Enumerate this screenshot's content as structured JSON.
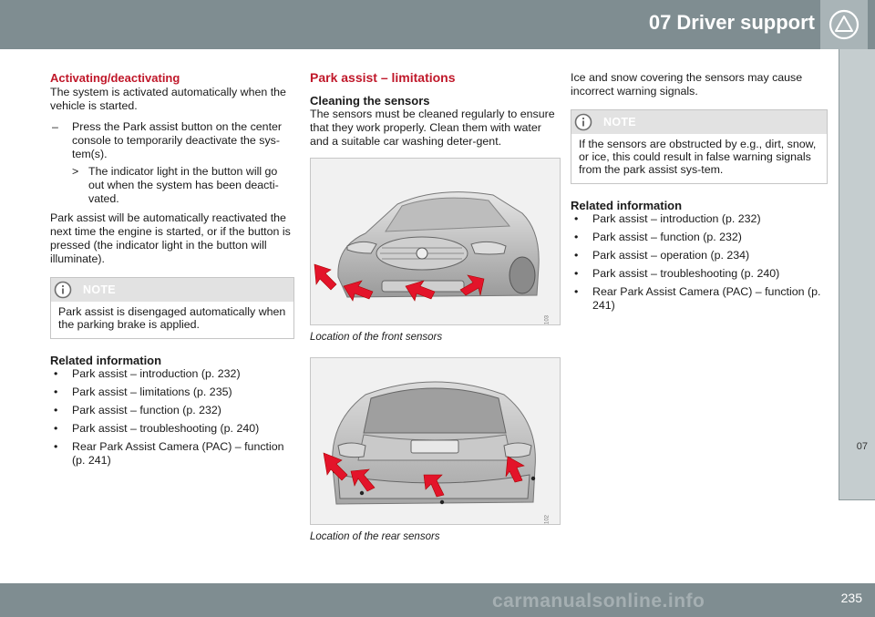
{
  "header": {
    "title": "07 Driver support",
    "icon": "warning-triangle-icon"
  },
  "side_tab": {
    "label": "07"
  },
  "footer": {
    "page_number": "235",
    "watermark": "carmanualsonline.info"
  },
  "left": {
    "heading": "Activating/deactivating",
    "intro": "The system is activated automatically when the vehicle is started.",
    "step_mark": "–",
    "step": "Press the Park assist button on the center console to temporarily deactivate the sys-tem(s).",
    "result_mark": ">",
    "result": "The indicator light in the button will go out when the system has been deacti-vated.",
    "para": "Park assist will be automatically reactivated the next time the engine is started, or if the button is pressed (the indicator light in the button will illuminate).",
    "note": {
      "label": "NOTE",
      "text": "Park assist is disengaged automatically when the parking brake is applied."
    },
    "related_title": "Related information",
    "related": [
      "Park assist – introduction (p. 232)",
      "Park assist – limitations (p. 235)",
      "Park assist – function (p. 232)",
      "Park assist – troubleshooting (p. 240)",
      "Rear Park Assist Camera (PAC) – function (p. 241)"
    ]
  },
  "middle": {
    "title": "Park assist – limitations",
    "subhead": "Cleaning the sensors",
    "text": "The sensors must be cleaned regularly to ensure that they work properly. Clean them with water and a suitable car washing deter-gent.",
    "figures": [
      {
        "code": "G041103",
        "caption": "Location of the front sensors"
      },
      {
        "code": "G041102",
        "caption": "Location of the rear sensors"
      }
    ]
  },
  "right": {
    "intro": "Ice and snow covering the sensors may cause incorrect warning signals.",
    "note": {
      "label": "NOTE",
      "text": "If the sensors are obstructed by e.g., dirt, snow, or ice, this could result in false warning signals from the park assist sys-tem."
    },
    "related_title": "Related information",
    "related": [
      "Park assist – introduction (p. 232)",
      "Park assist – function (p. 232)",
      "Park assist – operation (p. 234)",
      "Park assist – troubleshooting (p. 240)",
      "Rear Park Assist Camera (PAC) – function (p. 241)"
    ]
  },
  "colors": {
    "header": "#7f8d91",
    "accent_red": "#c0182a",
    "arrow_red": "#e3142a",
    "tab": "#c5cdcf"
  }
}
